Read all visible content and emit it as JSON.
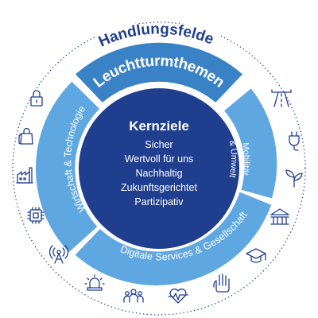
{
  "title": "Handlungsfelder",
  "leuchtturmthemen": "Leuchtturmthemen",
  "segments": {
    "left": "Wirtschaft & Technologie",
    "right_line1": "Mobilität",
    "right_line2": "& Umwelt",
    "bottom": "Digitale Services & Gesellschaft"
  },
  "core": {
    "title": "Kernziele",
    "items": [
      "Sicher",
      "Wertvoll für uns",
      "Nachhaltig",
      "Zukunftsgerichtet",
      "Partizipativ"
    ]
  },
  "colors": {
    "dark_blue": "#1f3f8e",
    "medium_blue": "#3a82c6",
    "light_blue": "#5fa7e0"
  },
  "icons": [
    "lock-icon",
    "shopping-bag-icon",
    "factory-icon",
    "chip-icon",
    "antenna-icon",
    "siren-icon",
    "people-icon",
    "heart-pulse-icon",
    "hand-icon",
    "graduation-cap-icon",
    "museum-icon",
    "plant-icon",
    "plug-icon",
    "road-icon"
  ]
}
